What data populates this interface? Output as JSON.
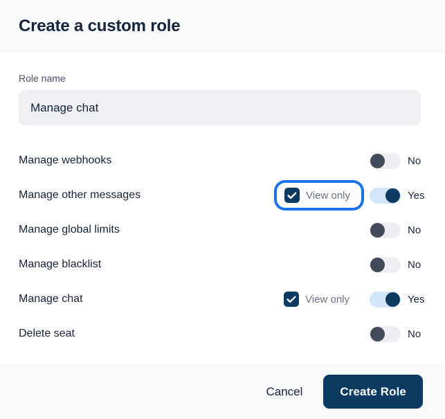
{
  "header": {
    "title": "Create a custom role"
  },
  "form": {
    "role_name": {
      "label": "Role name",
      "value": "Manage chat",
      "placeholder": "Role name"
    }
  },
  "permissions": {
    "view_only_label": "View only",
    "toggle_on_label": "Yes",
    "toggle_off_label": "No",
    "rows": [
      {
        "name": "Manage webhooks",
        "has_view_only": false,
        "view_only_label": "View only",
        "view_only_checked": false,
        "enabled": false,
        "toggle_label": "No",
        "focused": false
      },
      {
        "name": "Manage other messages",
        "has_view_only": true,
        "view_only_label": "View only",
        "view_only_checked": true,
        "enabled": true,
        "toggle_label": "Yes",
        "focused": true
      },
      {
        "name": "Manage global limits",
        "has_view_only": false,
        "view_only_label": "View only",
        "view_only_checked": false,
        "enabled": false,
        "toggle_label": "No",
        "focused": false
      },
      {
        "name": "Manage blacklist",
        "has_view_only": false,
        "view_only_label": "View only",
        "view_only_checked": false,
        "enabled": false,
        "toggle_label": "No",
        "focused": false
      },
      {
        "name": "Manage chat",
        "has_view_only": true,
        "view_only_label": "View only",
        "view_only_checked": true,
        "enabled": true,
        "toggle_label": "Yes",
        "focused": false
      },
      {
        "name": "Delete seat",
        "has_view_only": false,
        "view_only_label": "View only",
        "view_only_checked": false,
        "enabled": false,
        "toggle_label": "No",
        "focused": false
      }
    ]
  },
  "footer": {
    "cancel_label": "Cancel",
    "submit_label": "Create Role"
  },
  "colors": {
    "header_bg": "#f7f9fb",
    "footer_bg": "#f7f9fb",
    "primary": "#0d3a63",
    "focus_ring": "#1a73e8",
    "toggle_on_track": "#d2e5fb",
    "toggle_off_knob": "#424b5a",
    "input_bg": "#eef0f3",
    "text": "#15233b",
    "muted_text": "#6b7280"
  }
}
